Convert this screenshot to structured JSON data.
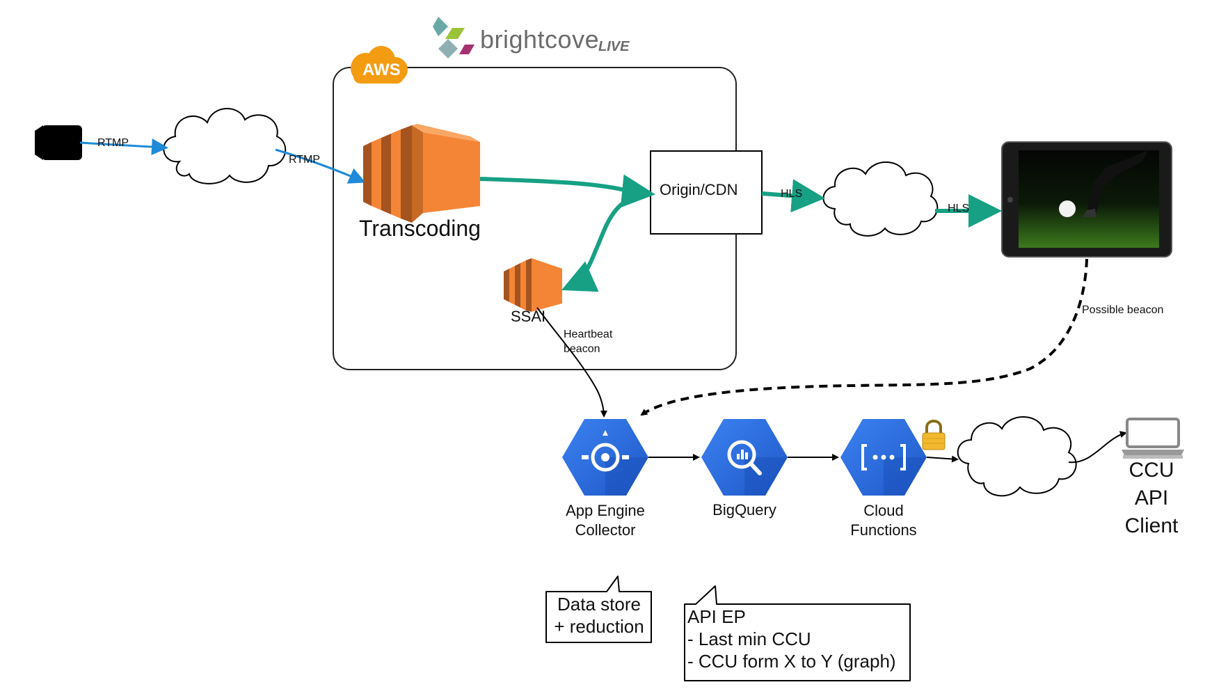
{
  "brand": {
    "name": "brightcove",
    "suffix": "LIVE"
  },
  "aws_badge": "AWS",
  "nodes": {
    "transcoding": "Transcoding",
    "ssai": "SSAI",
    "origin_cdn": "Origin/CDN",
    "app_engine": {
      "line1": "App Engine",
      "line2": "Collector"
    },
    "bigquery": "BigQuery",
    "cloud_functions": {
      "line1": "Cloud",
      "line2": "Functions"
    },
    "api_client": {
      "line1": "CCU",
      "line2": "API",
      "line3": "Client"
    }
  },
  "edges": {
    "rtmp_1": "RTMP",
    "rtmp_2": "RTMP",
    "hls_1": "HLS",
    "hls_2": "HLS",
    "heartbeat": {
      "line1": "Heartbeat",
      "line2": "beacon"
    },
    "possible_beacon": "Possible beacon"
  },
  "notes": {
    "data_store": {
      "line1": "Data store",
      "line2": "+ reduction"
    },
    "api_ep": {
      "line1": "API EP",
      "line2": "- Last min CCU",
      "line3": "- CCU form X to Y (graph)"
    }
  },
  "colors": {
    "teal": "#17a084",
    "rtmp_blue": "#1f8ad8",
    "aws_orange": "#f58536",
    "gcp_blue": "#2f6fdd",
    "brand_gray": "#6b6b6b"
  },
  "icons": [
    "camera-icon",
    "cloud-icon",
    "aws-server-icon",
    "app-engine-icon",
    "bigquery-icon",
    "cloud-functions-icon",
    "lock-icon",
    "laptop-icon",
    "tablet-icon"
  ]
}
